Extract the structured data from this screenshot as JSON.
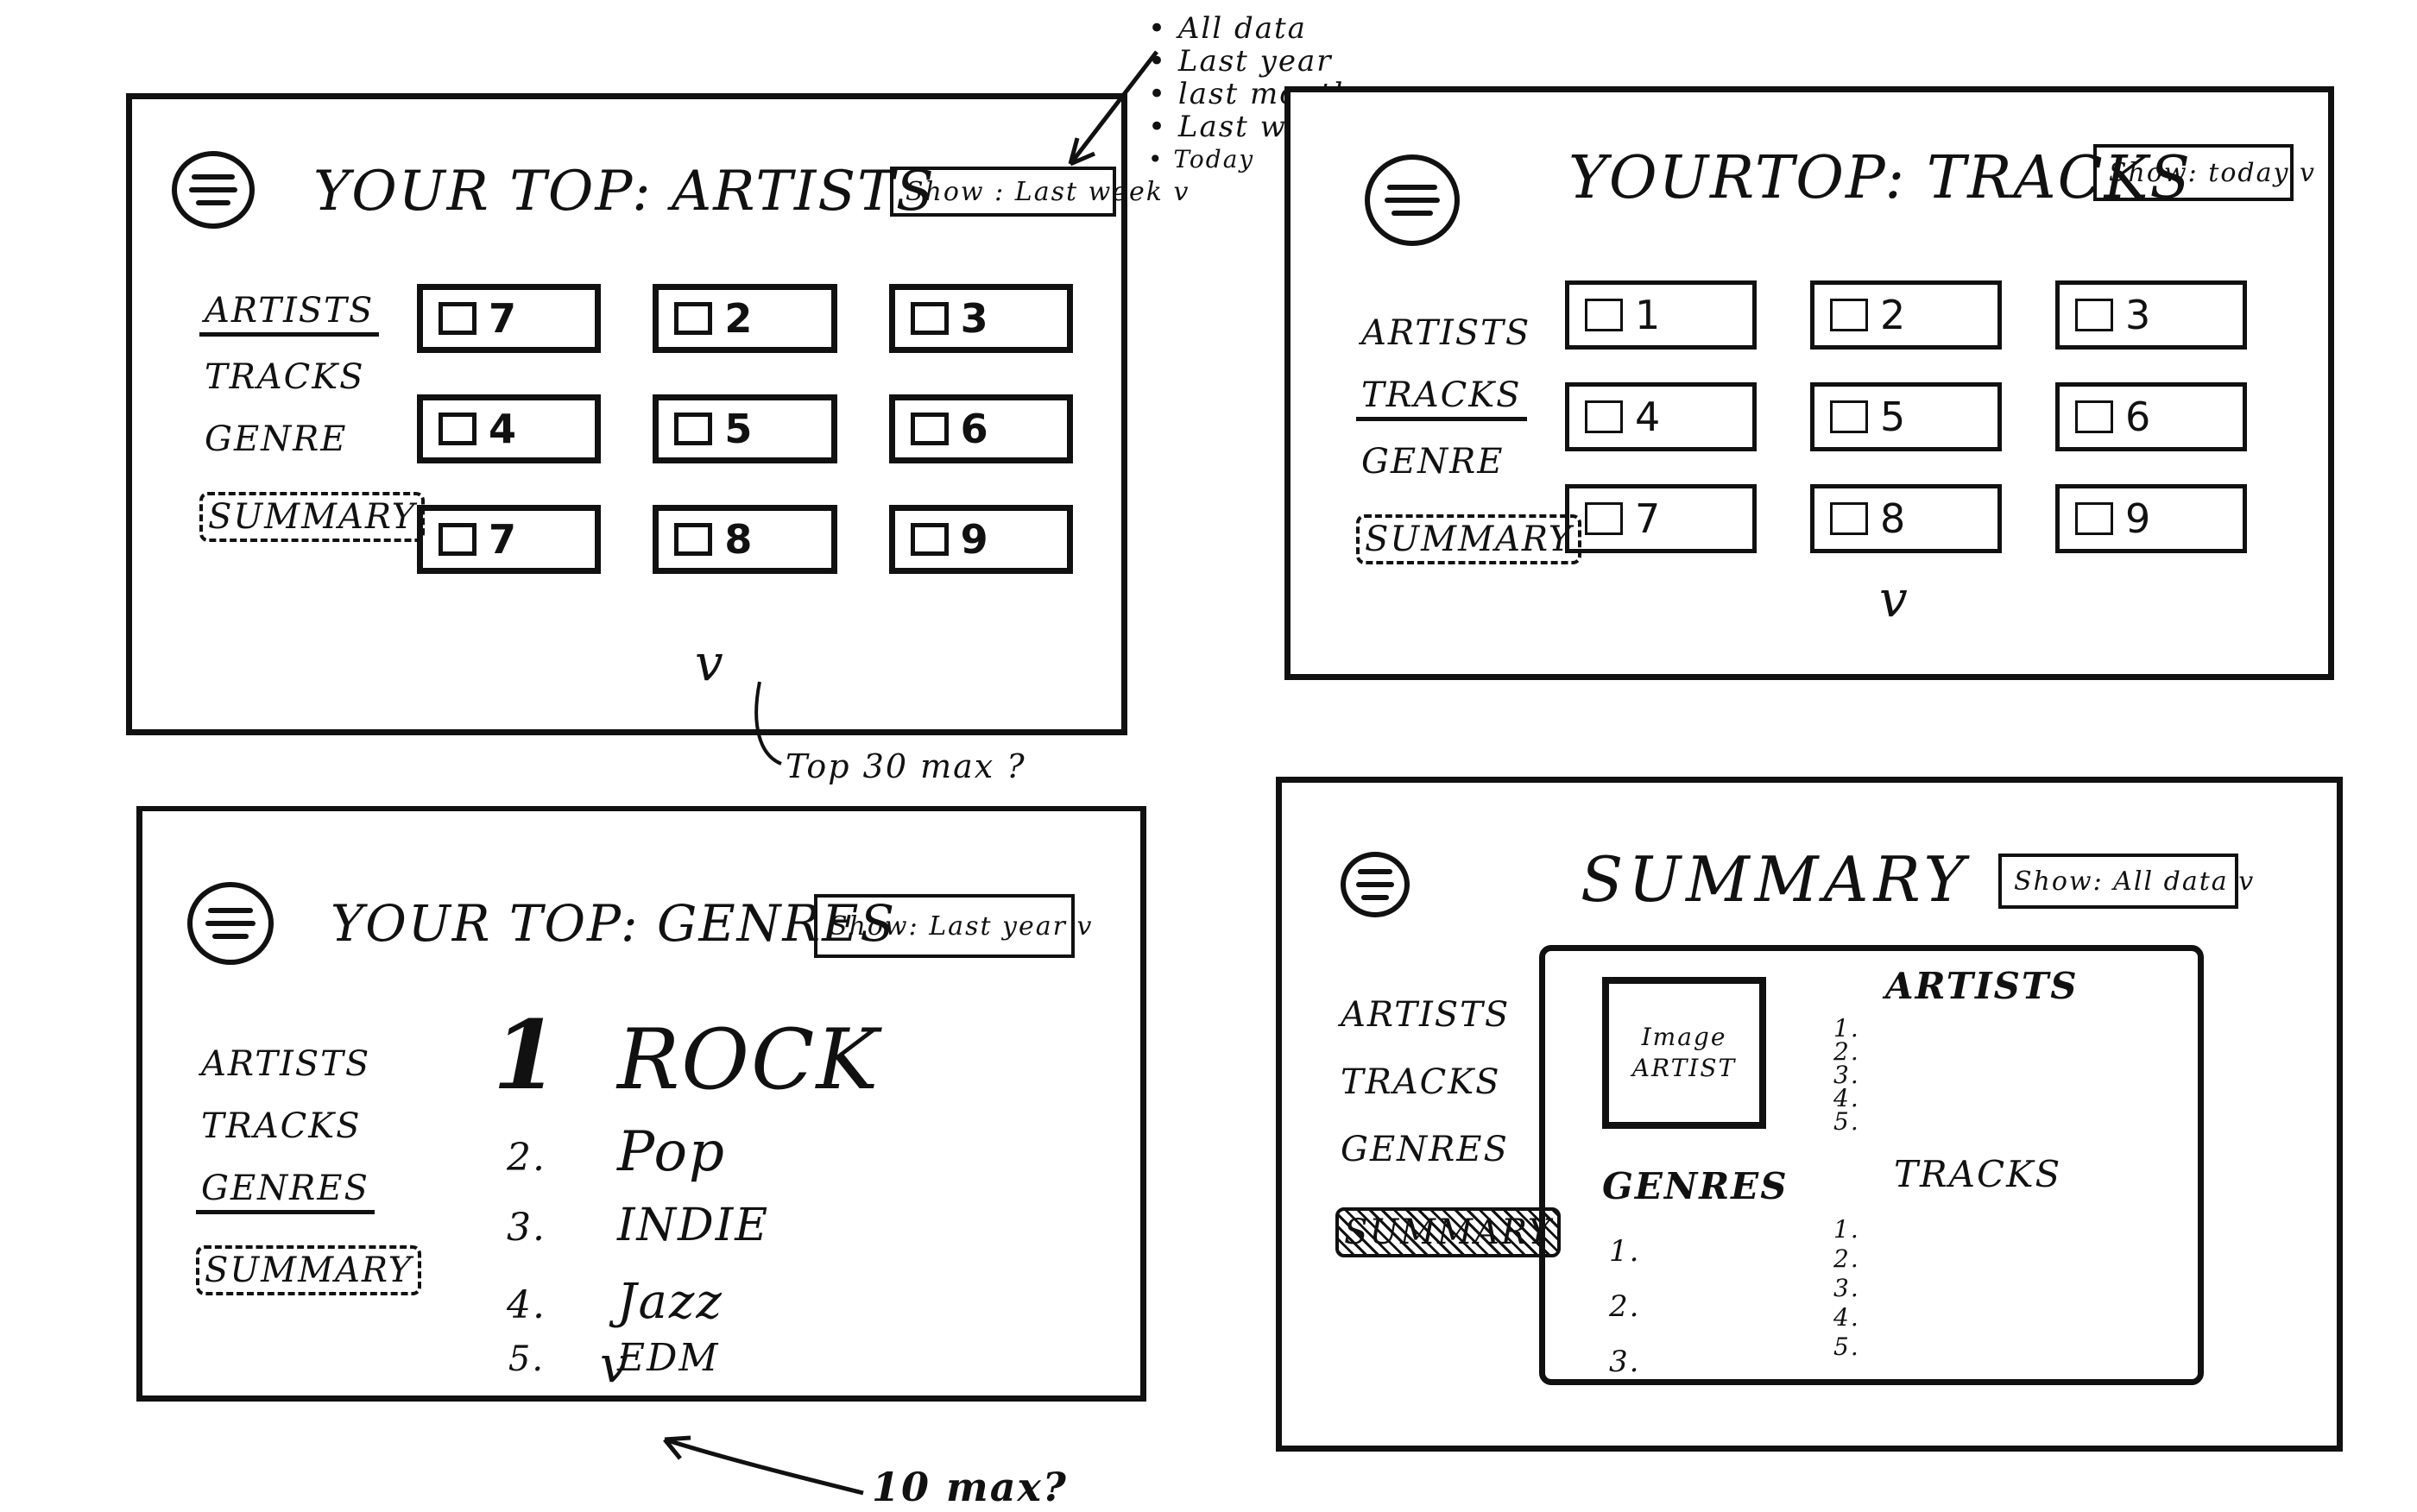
{
  "dropdown_options_note": [
    "All data",
    "Last year",
    "last month",
    "Last week",
    "Today"
  ],
  "artists_panel": {
    "title": "YOUR TOP: ARTISTS",
    "show_select": "Show : Last week v",
    "nav": [
      "ARTISTS",
      "TRACKS",
      "GENRE",
      "SUMMARY"
    ],
    "tiles": [
      "7",
      "2",
      "3",
      "4",
      "5",
      "6",
      "7",
      "8",
      "9"
    ],
    "more_chevron": "v",
    "note": "Top 30 max ?"
  },
  "tracks_panel": {
    "title": "YOURTOP: TRACKS",
    "show_select": "Show: today v",
    "nav": [
      "ARTISTS",
      "TRACKS",
      "GENRE",
      "SUMMARY"
    ],
    "tiles": [
      "1",
      "2",
      "3",
      "4",
      "5",
      "6",
      "7",
      "8",
      "9"
    ],
    "more_chevron": "v"
  },
  "genres_panel": {
    "title": "YOUR TOP: GENRES",
    "show_select": "Show: Last year v",
    "nav": [
      "ARTISTS",
      "TRACKS",
      "GENRES",
      "SUMMARY"
    ],
    "genres": [
      {
        "rank": "1",
        "name": "ROCK"
      },
      {
        "rank": "2.",
        "name": "Pop"
      },
      {
        "rank": "3.",
        "name": "INDIE"
      },
      {
        "rank": "4.",
        "name": "Jazz"
      },
      {
        "rank": "5.",
        "name": "EDM"
      }
    ],
    "more_chevron": "v",
    "note": "10 max?"
  },
  "summary_panel": {
    "title": "SUMMARY",
    "show_select": "Show: All data v",
    "nav": [
      "ARTISTS",
      "TRACKS",
      "GENRES",
      "SUMMARY"
    ],
    "image_label_1": "Image",
    "image_label_2": "ARTIST",
    "artists_heading": "ARTISTS",
    "artists_list": [
      "1.",
      "2.",
      "3.",
      "4.",
      "5."
    ],
    "genres_heading": "GENRES",
    "genres_list": [
      "1.",
      "2.",
      "3."
    ],
    "tracks_heading": "TRACKS",
    "tracks_list": [
      "1.",
      "2.",
      "3.",
      "4.",
      "5."
    ]
  }
}
